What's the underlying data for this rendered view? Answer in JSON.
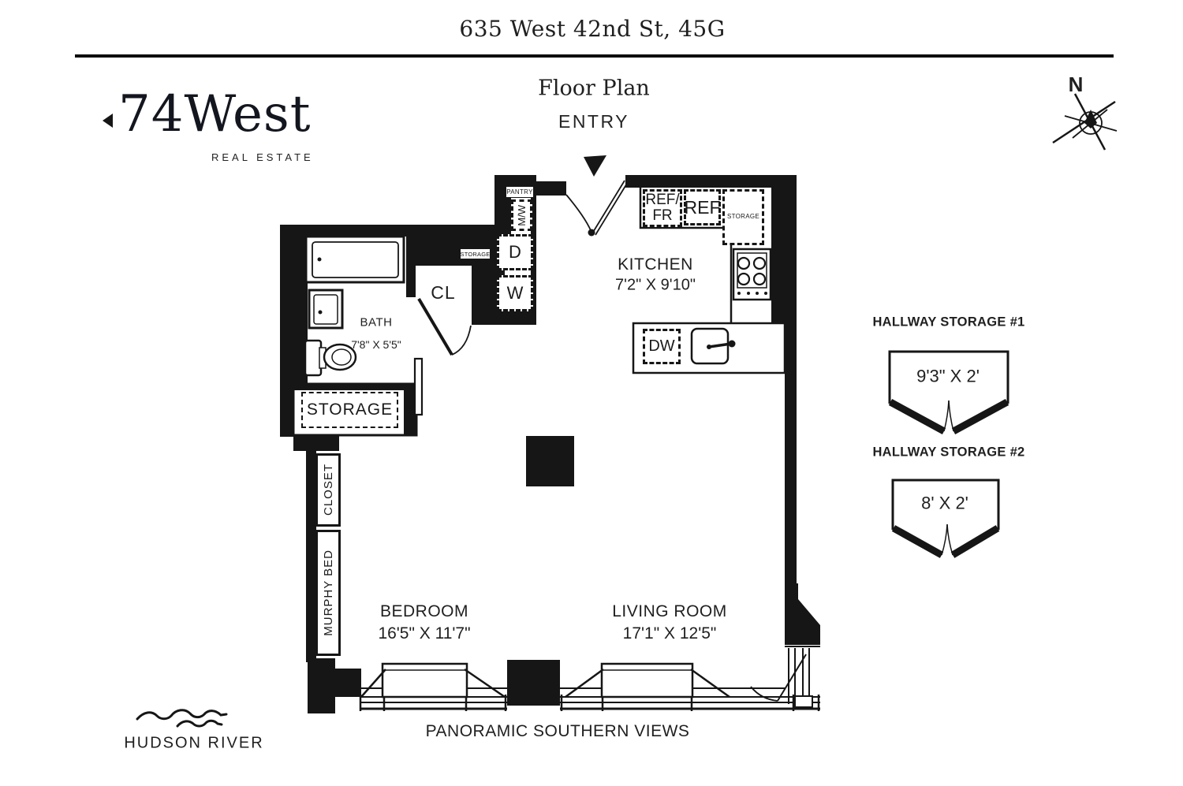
{
  "header": {
    "address": "635 West 42nd St, 45G",
    "subtitle": "Floor Plan"
  },
  "logo": {
    "name": "74West",
    "tagline": "REAL ESTATE"
  },
  "compass": {
    "label": "N"
  },
  "entry": {
    "label": "ENTRY"
  },
  "colors": {
    "ink": "#161616",
    "paper": "#ffffff"
  },
  "rooms": {
    "kitchen": {
      "name": "KITCHEN",
      "dims": "7'2\" X 9'10\""
    },
    "bath": {
      "name": "BATH",
      "dims": "7'8\" X 5'5\""
    },
    "bedroom": {
      "name": "BEDROOM",
      "dims": "16'5\" X 11'7\""
    },
    "living": {
      "name": "LIVING ROOM",
      "dims": "17'1\" X 12'5\""
    },
    "closet_cl": "CL",
    "closet": "CLOSET",
    "murphy_bed": "MURPHY BED",
    "storage_room": "STORAGE"
  },
  "fixtures": {
    "pantry": "PANTRY",
    "microwave": "M/W",
    "dryer": "D",
    "washer": "W",
    "dishwasher": "DW",
    "ref_fr": "REF/\nFR",
    "ref": "REF",
    "kitchen_storage": "STORAGE",
    "wall_storage": "STORAGE"
  },
  "hallway_storage": [
    {
      "label": "HALLWAY STORAGE #1",
      "dims": "9'3\" X 2'"
    },
    {
      "label": "HALLWAY STORAGE #2",
      "dims": "8' X 2'"
    }
  ],
  "footer": {
    "views": "PANORAMIC SOUTHERN VIEWS",
    "river": "HUDSON RIVER"
  }
}
